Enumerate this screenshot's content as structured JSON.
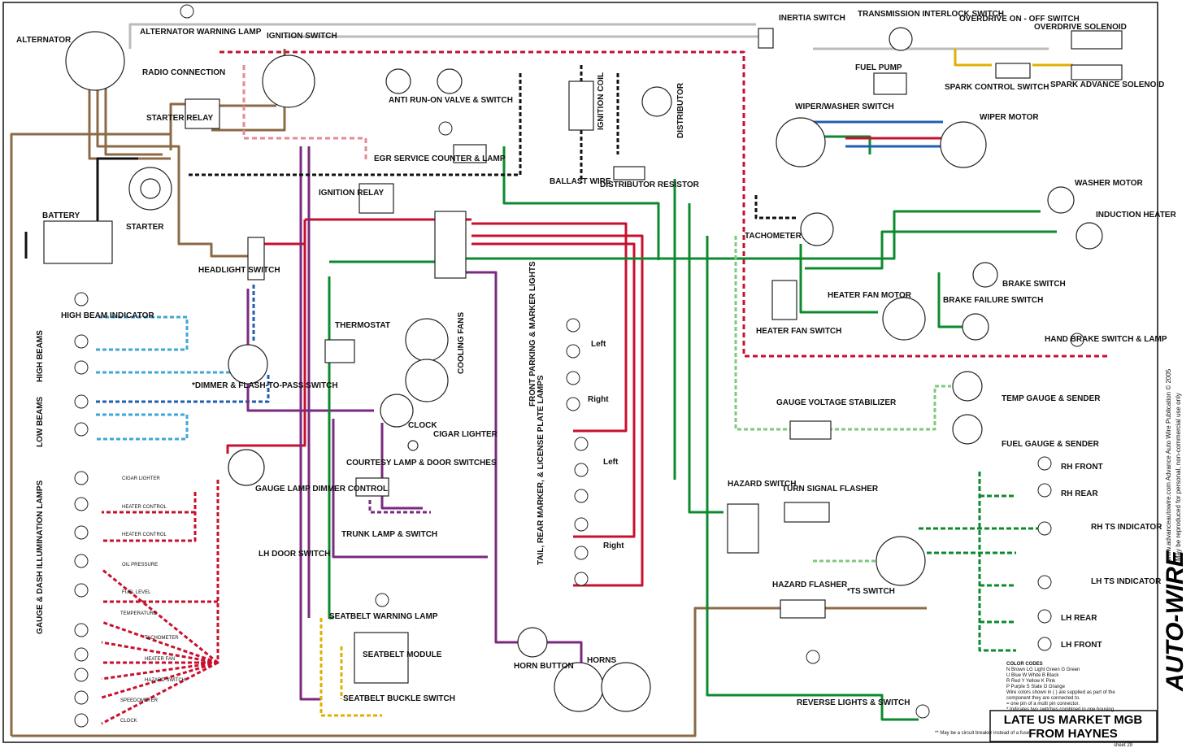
{
  "title": {
    "line1": "LATE US MARKET MGB",
    "line2": "FROM HAYNES"
  },
  "brand": "AUTO-WIRE",
  "side_note": {
    "line1": "www.advanceautowire.com   Advance Auto Wire Publication © 2005",
    "line2": "May be reproduced for personal, non-commercial use only"
  },
  "sheet_label": "sheet 29",
  "fuse_note": "** May be a circuit breaker instead of a fuse.",
  "legend": {
    "heading": "COLOR CODES",
    "rows": [
      "N  Brown      LG  Light Green   G  Green",
      "U  Blue        W   White           B  Black",
      "R  Red          Y   Yellow          K  Pink",
      "P  Purple      S   Slate            O  Orange",
      "Wire colors shown in ( ) are supplied as part of the",
      "component they are connected to.",
      "= one pin of a multi pin connector.",
      "* Indicates two switches combined in one housing"
    ]
  },
  "colors": {
    "brown": "#8b6a45",
    "red": "#c8102e",
    "green": "#0c8a2e",
    "purple": "#7a2a7e",
    "blue": "#1f5fb0",
    "lightblue": "#3fa7d6",
    "lightgreen": "#7fc97f",
    "black": "#111111",
    "yellow": "#e0b000"
  },
  "labels": {
    "alternator": "ALTERNATOR",
    "alt_lamp": "ALTERNATOR WARNING LAMP",
    "radio": "RADIO CONNECTION",
    "starter_relay": "STARTER RELAY",
    "battery": "BATTERY",
    "starter": "STARTER",
    "headlight_switch": "HEADLIGHT SWITCH",
    "ignition_switch": "IGNITION SWITCH",
    "anti_runon": "ANTI RUN-ON VALVE & SWITCH",
    "egr": "EGR SERVICE COUNTER & LAMP",
    "ignition_relay": "IGNITION RELAY",
    "ignition_coil": "IGNITION COIL",
    "distributor": "DISTRIBUTOR",
    "ballast": "BALLAST WIRE",
    "dist_resistor": "DISTRIBUTOR RESISTOR",
    "inertia": "INERTIA SWITCH",
    "trans_interlock": "TRANSMISSION INTERLOCK SWITCH",
    "od_switch": "OVERDRIVE ON - OFF SWITCH",
    "od_solenoid": "OVERDRIVE SOLENOID",
    "fuel_pump": "FUEL PUMP",
    "spark_control": "SPARK CONTROL SWITCH",
    "spark_advance": "SPARK ADVANCE SOLENOID",
    "wiper_switch": "WIPER/WASHER SWITCH",
    "wiper_motor": "WIPER MOTOR",
    "washer_motor": "WASHER MOTOR",
    "induction_heater": "INDUCTION HEATER",
    "tachometer": "TACHOMETER",
    "heater_fan_motor": "HEATER FAN MOTOR",
    "heater_fan_switch": "HEATER FAN SWITCH",
    "brake_switch": "BRAKE SWITCH",
    "brake_failure": "BRAKE FAILURE SWITCH",
    "hand_brake": "HAND BRAKE SWITCH & LAMP",
    "temp_gauge": "TEMP GAUGE & SENDER",
    "fuel_gauge": "FUEL GAUGE & SENDER",
    "voltage_stab": "GAUGE VOLTAGE STABILIZER",
    "hazard_switch": "HAZARD SWITCH",
    "turn_flasher": "TURN SIGNAL FLASHER",
    "hazard_flasher": "HAZARD FLASHER",
    "ts_switch": "*TS SWITCH",
    "rh_front": "RH FRONT",
    "rh_rear": "RH REAR",
    "rh_ts": "RH TS INDICATOR",
    "lh_ts": "LH TS INDICATOR",
    "lh_rear": "LH REAR",
    "lh_front": "LH FRONT",
    "reverse": "REVERSE LIGHTS & SWITCH",
    "high_beam_ind": "HIGH BEAM INDICATOR",
    "high_beams": "HIGH BEAMS",
    "low_beams": "LOW BEAMS",
    "dimmer": "*DIMMER & FLASH-TO-PASS SWITCH",
    "thermostat": "THERMOSTAT",
    "cooling_fans": "COOLING FANS",
    "clock": "CLOCK",
    "cigar": "CIGAR LIGHTER",
    "courtesy": "COURTESY LAMP & DOOR SWITCHES",
    "trunk": "TRUNK LAMP & SWITCH",
    "lh_door": "LH DOOR SWITCH",
    "gauge_dimmer": "GAUGE LAMP DIMMER CONTROL",
    "gauge_dash": "GAUGE & DASH ILLUMINATION LAMPS",
    "front_parking": "FRONT PARKING & MARKER LIGHTS",
    "tail_rear": "TAIL, REAR MARKER, & LICENSE PLATE LAMPS",
    "left": "Left",
    "right": "Right",
    "seatbelt_lamp": "SEATBELT WARNING LAMP",
    "seatbelt_module": "SEATBELT MODULE",
    "seatbelt_buckle": "SEATBELT BUCKLE SWITCH",
    "horn_button": "HORN BUTTON",
    "horns": "HORNS"
  },
  "lamp_labels": [
    "CIGAR LIGHTER",
    "HEATER CONTROL",
    "HEATER CONTROL",
    "OIL PRESSURE",
    "FUEL LEVEL",
    "TEMPERATURE",
    "TACHOMETER",
    "HEATER FAN",
    "HAZARD SWITCH",
    "SPEEDOMETER",
    "CLOCK"
  ]
}
